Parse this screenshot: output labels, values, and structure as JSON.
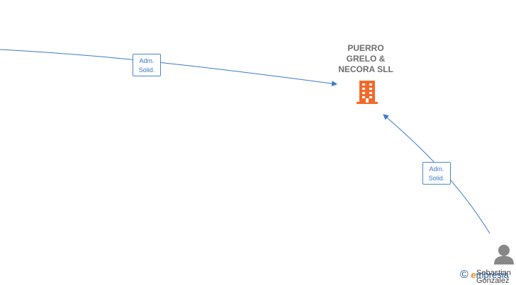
{
  "company": {
    "name": "PUERRO\nGRELO &\nNECORA  SLL",
    "icon": "building-icon",
    "color": "#f26a2a"
  },
  "relations": [
    {
      "line1": "Adm.",
      "line2": "Solid."
    },
    {
      "line1": "Adm.",
      "line2": "Solid."
    }
  ],
  "person": {
    "name": "Sebastian\nGonzalez",
    "icon": "person-icon",
    "color": "#888888"
  },
  "edge_color": "#3a78c8",
  "watermark": {
    "symbol": "©",
    "e": "e",
    "text": "mpresia"
  }
}
